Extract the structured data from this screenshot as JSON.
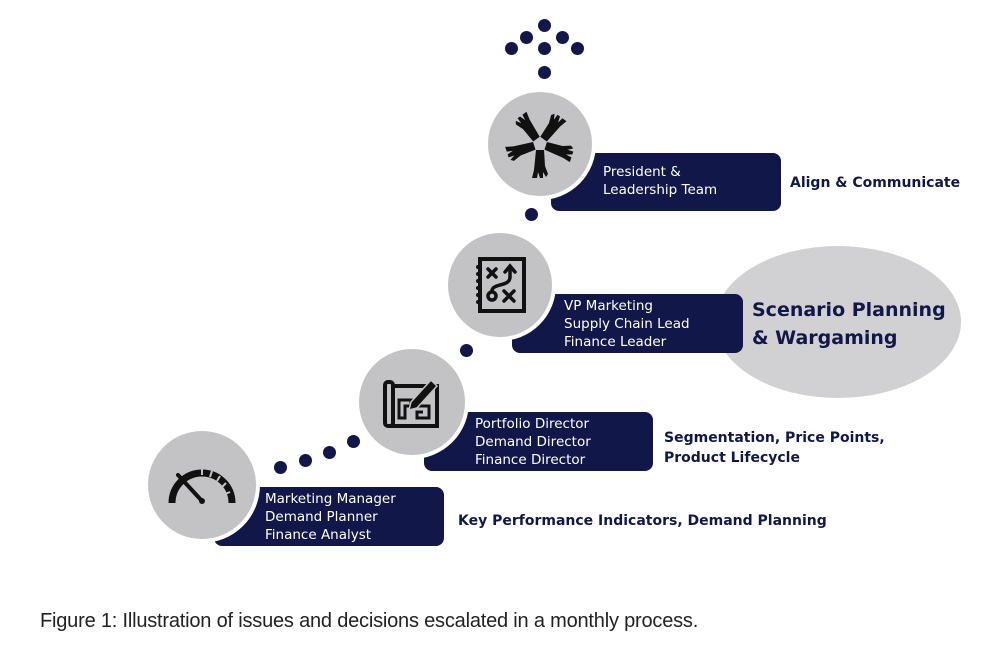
{
  "diagram": {
    "stages": [
      {
        "icon": "speedometer-icon",
        "roles": [
          "Marketing Manager",
          "Demand Planner",
          "Finance Analyst"
        ],
        "focus": [
          "Key Performance Indicators, Demand Planning"
        ]
      },
      {
        "icon": "blueprint-pencil-icon",
        "roles": [
          "Portfolio Director",
          "Demand Director",
          "Finance Director"
        ],
        "focus": [
          "Segmentation, Price Points,",
          "Product Lifecycle"
        ]
      },
      {
        "icon": "strategy-playbook-icon",
        "roles": [
          "VP Marketing",
          "Supply Chain Lead",
          "Finance Leader"
        ],
        "focus": [
          "Scenario Planning",
          "& Wargaming"
        ]
      },
      {
        "icon": "hands-together-icon",
        "roles": [
          "President &",
          "Leadership Team"
        ],
        "focus": [
          "Align & Communicate"
        ]
      }
    ],
    "colors": {
      "navy": "#12174a",
      "circle_gray": "#c3c3c5",
      "ellipse_gray": "#d1d1d3"
    }
  },
  "caption": "Figure 1: Illustration of issues and decisions escalated in a monthly process."
}
